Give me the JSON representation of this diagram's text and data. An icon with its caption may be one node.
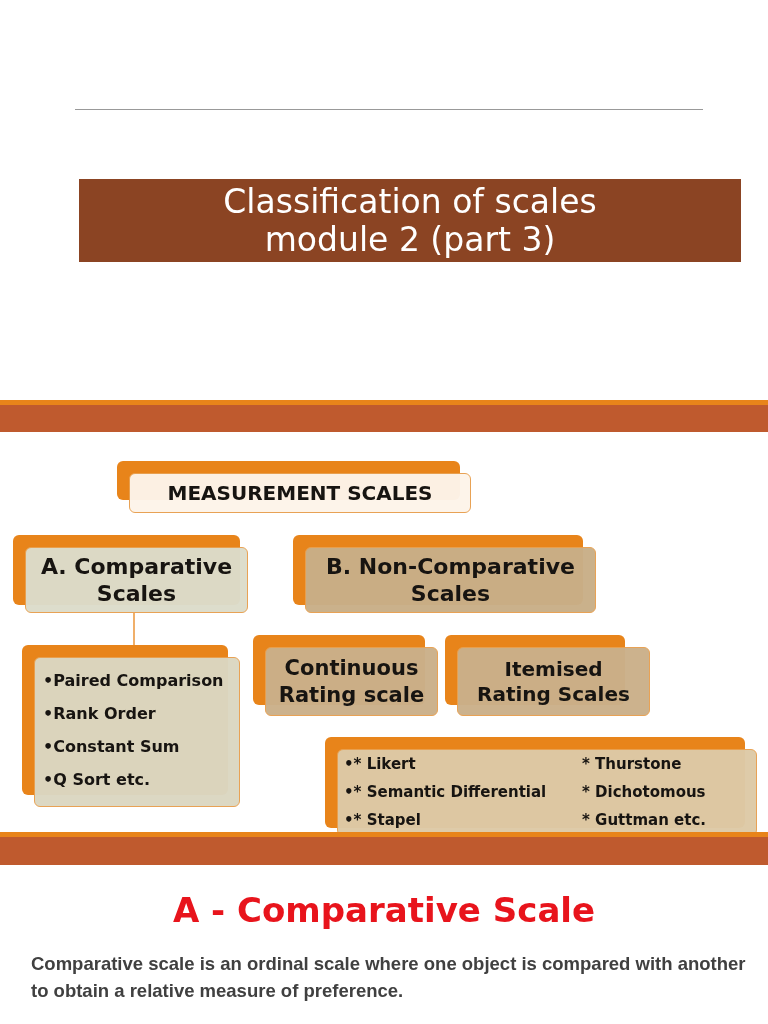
{
  "diagram": {
    "title": "Classification of scales module 2 (part 3)",
    "nodes": [
      {
        "text": [
          "MEASUREMENT SCALES"
        ]
      },
      {
        "text": [
          "A. Comparative Scales"
        ]
      },
      {
        "text": [
          "B. Non-Comparative Scales"
        ]
      },
      {
        "text": [
          "Continuous Rating scale"
        ]
      },
      {
        "text": [
          "Itemised Rating Scales"
        ]
      },
      {
        "text": [
          "•Paired Comparison",
          "•Rank Order",
          "•Constant Sum",
          "•Q Sort etc."
        ]
      },
      {
        "text": [
          "•* Likert",
          "* Thurstone",
          "•* Semantic Differential",
          "* Dichotomous",
          "•* Stapel",
          "* Guttman etc."
        ]
      },
      {
        "text": [],
        "shape": "bar"
      },
      {
        "text": [],
        "shape": "bar"
      }
    ],
    "edges": [
      {
        "from": 1,
        "to": 5,
        "arrow": "none"
      }
    ],
    "labels": [
      "A - Comparative Scale",
      "Comparative scale is an ordinal scale where one object is compared with another to obtain a relative measure of preference."
    ]
  }
}
